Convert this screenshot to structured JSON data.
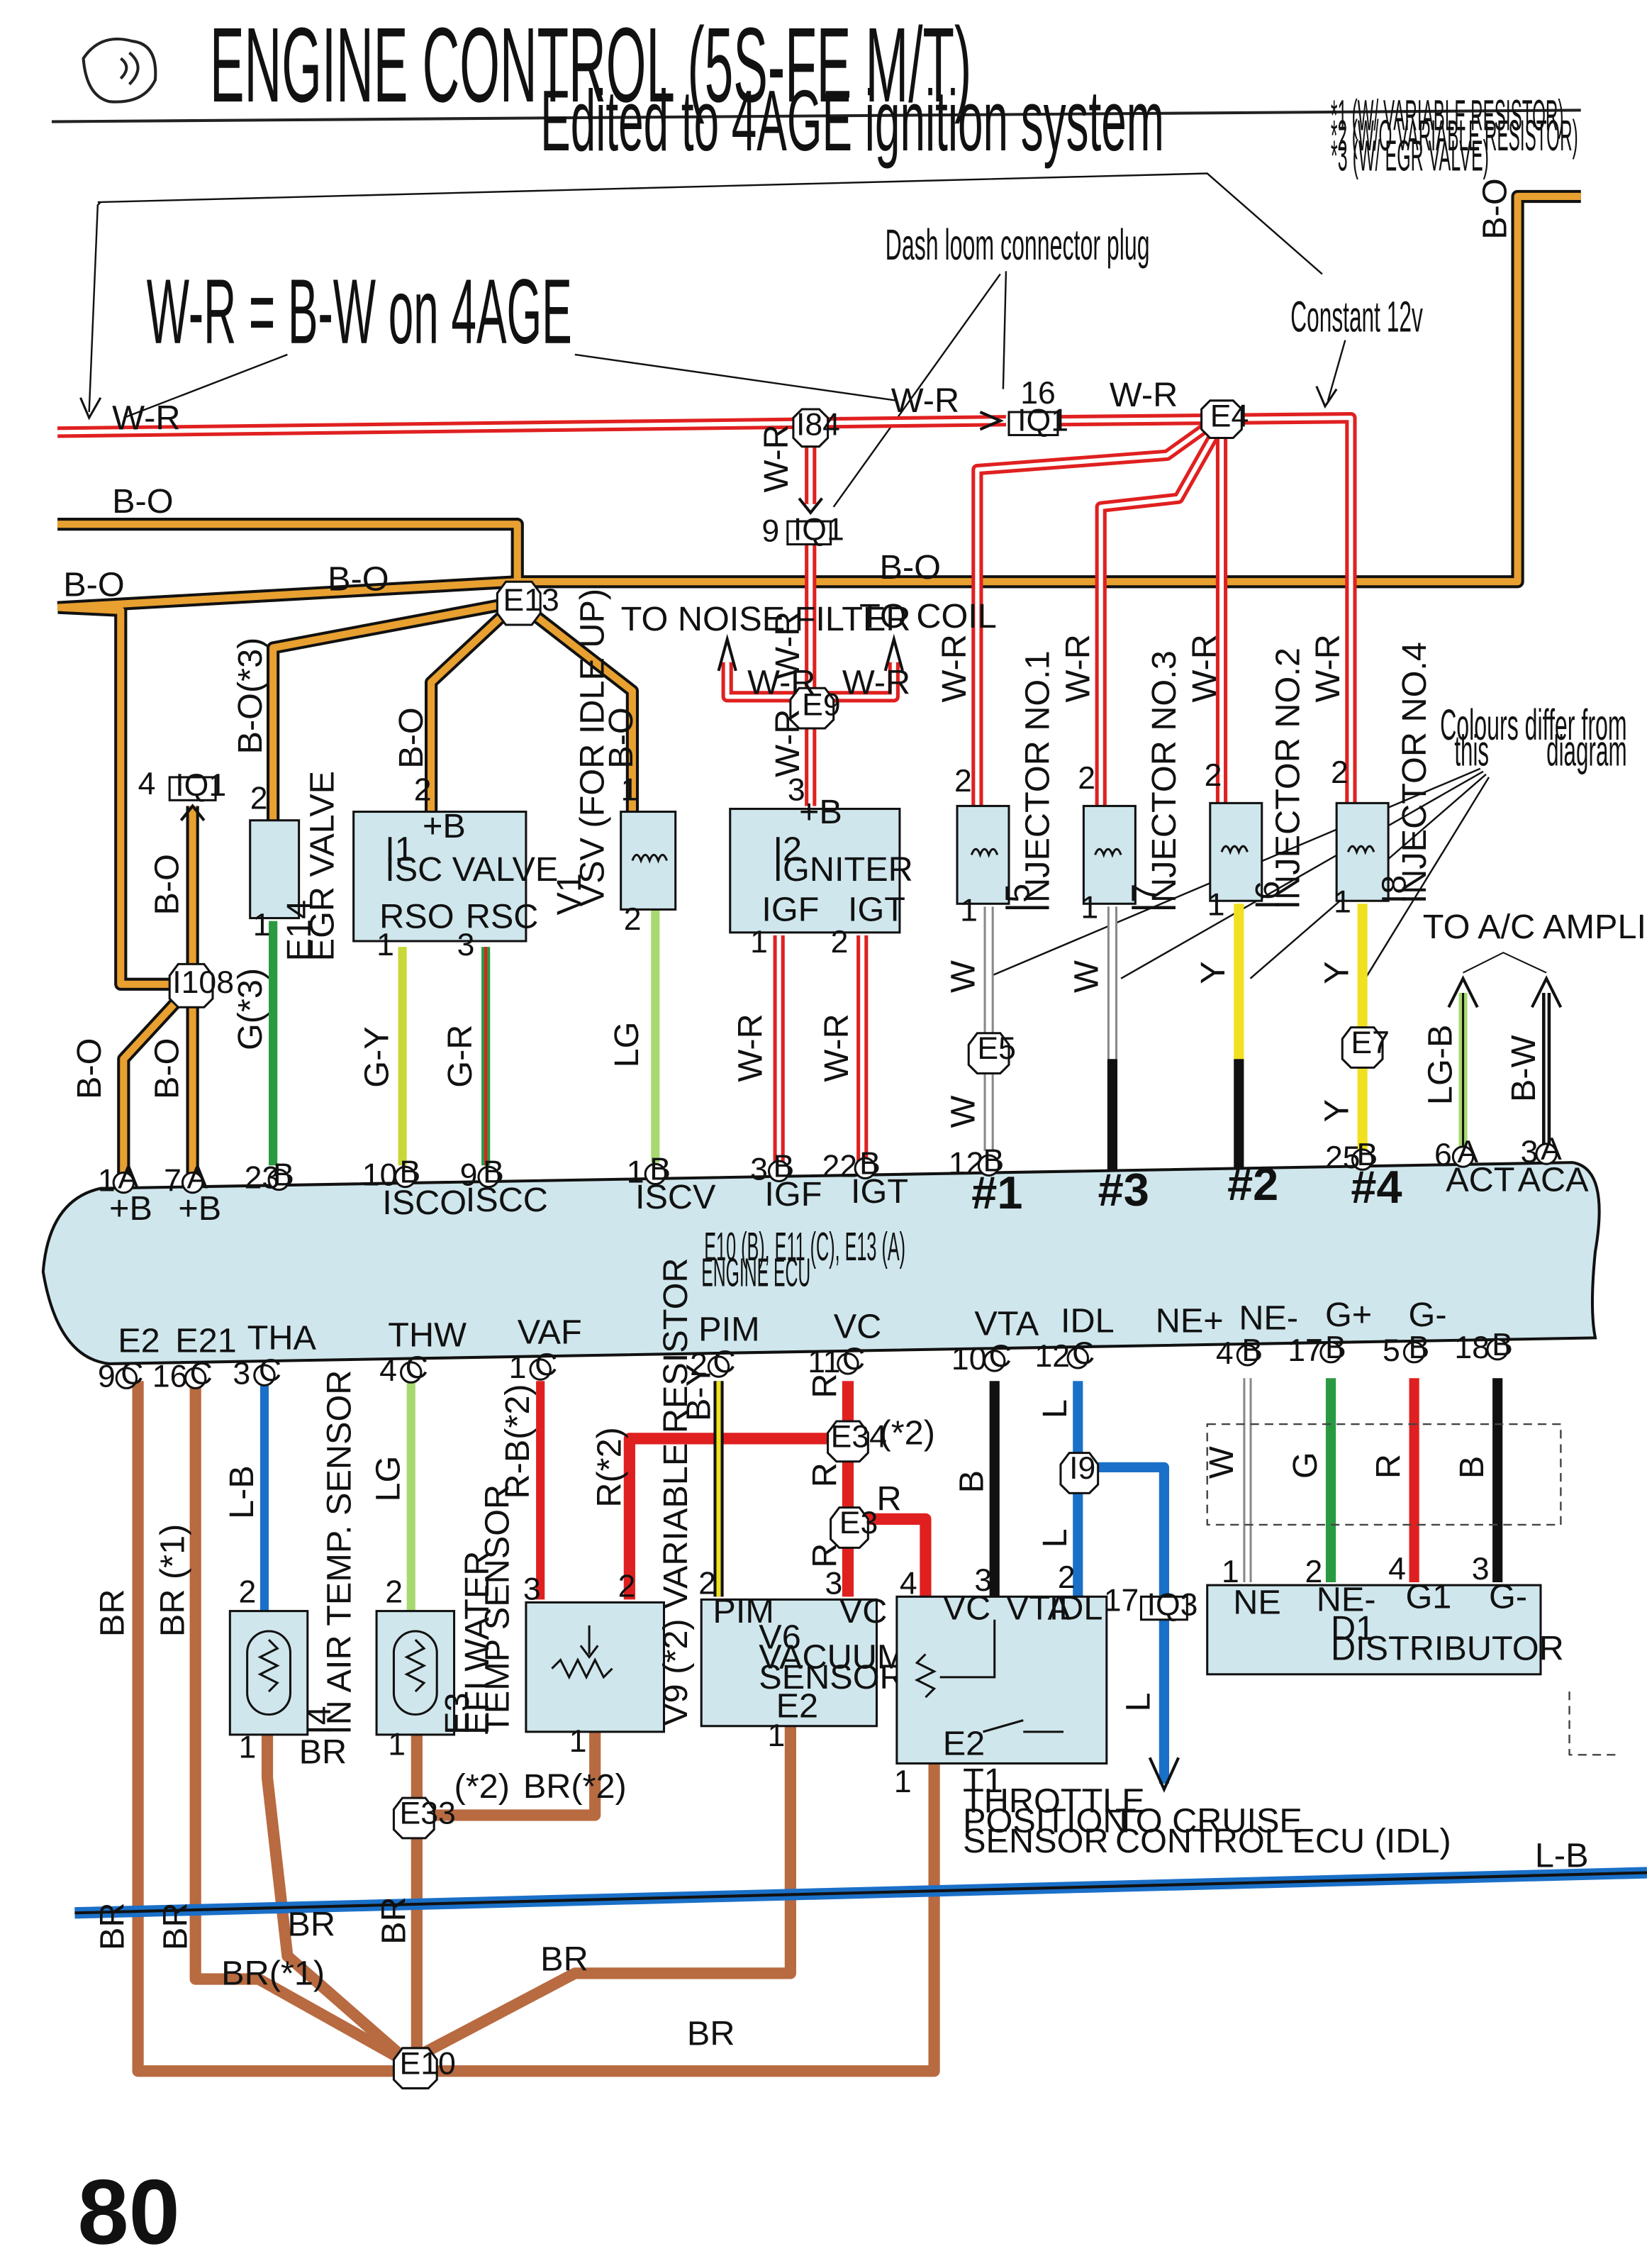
{
  "header": {
    "title": "ENGINE CONTROL (5S-FE M/T)",
    "subtitle": "Edited to 4AGE ignition system",
    "notes": [
      "*1 (W/ VARIABLE RESISTOR)",
      "*2 (W/O VARIABLE RESISTOR)",
      "*3 (W/ EGR VALVE)"
    ]
  },
  "annotations": {
    "wr_bw": "W-R = B-W on 4AGE",
    "dash_loom": "Dash loom connector plug",
    "constant_12v": "Constant 12v",
    "colours_1": "Colours differ from",
    "colours_2": "this",
    "colours_3": "diagram"
  },
  "wire_labels": {
    "wr": "W-R",
    "bo": "B-O",
    "bo3": "B-O(*3)",
    "g3": "G(*3)",
    "gy": "G-Y",
    "gr": "G-R",
    "lg": "LG",
    "w": "W",
    "y": "Y",
    "lgb": "LG-B",
    "bw": "B-W",
    "lb": "L-B",
    "rb2": "R-B(*2)",
    "r2": "R(*2)",
    "by": "B-Y",
    "r": "R",
    "b": "B",
    "l": "L",
    "g": "G",
    "br": "BR",
    "br1": "BR (*1)",
    "br1b": "BR(*1)",
    "br2": "BR(*2)",
    "star2": "(*2)"
  },
  "connectors": {
    "i84": "I84",
    "iq1": "IQ1",
    "e4": "E4",
    "e13": "E13",
    "e9": "E9",
    "i108": "I108",
    "e5": "E5",
    "e7": "E7",
    "e34": "E34",
    "e3": "E3",
    "i9": "I9",
    "iq3": "IQ3",
    "e33": "E33",
    "e10": "E10"
  },
  "components": {
    "egr_label": "E14",
    "egr_name": "EGR VALVE",
    "isc_label": "I1",
    "isc_name": "ISC VALVE",
    "isc_b": "+B",
    "isc_rso": "RSO",
    "isc_rsc": "RSC",
    "vsv_label": "V1",
    "vsv_name": "VSV (FOR IDLE UP)",
    "igniter_label": "I2",
    "igniter_name": "IGNITER",
    "igniter_b": "+B",
    "igniter_igf": "IGF",
    "igniter_igt": "IGT",
    "inj1_label": "I5",
    "inj1_name": "INJECTOR NO.1",
    "inj3_label": "I7",
    "inj3_name": "INJECTOR NO.3",
    "inj2_label": "I6",
    "inj2_name": "INJECTOR NO.2",
    "inj4_label": "I8",
    "inj4_name": "INJECTOR NO.4",
    "to_noise": "TO NOISE FILTER",
    "to_coil": "TO COIL",
    "to_ac": "TO A/C AMPLIFIER",
    "air_label": "I4",
    "air_name": "IN AIR TEMP. SENSOR",
    "water_label": "E3",
    "water_name1": "EFI WATER",
    "water_name2": "TEMP SENSOR",
    "varres": "V9 (*2) VARIABLE RESISTOR",
    "vac_pim": "PIM",
    "vac_vc": "VC",
    "vac_label": "V6",
    "vac_name1": "VACUUM",
    "vac_name2": "SENSOR",
    "vac_e2": "E2",
    "tps_vc": "VC",
    "tps_vta": "VTA",
    "tps_idl": "IDL",
    "tps_e2": "E2",
    "tps_label": "T1",
    "tps_name1": "THROTTLE",
    "tps_name2": "POSITION",
    "tps_name3": "SENSOR",
    "cruise1": "TO CRUISE",
    "cruise2": "CONTROL ECU (IDL)",
    "dist_ne": "NE",
    "dist_nem": "NE-",
    "dist_g1": "G1",
    "dist_gm": "G-",
    "dist_label": "D1",
    "dist_name": "DISTRIBUTOR"
  },
  "ecu": {
    "connectors_line": "E10 (B), E11 (C), E13 (A)",
    "name": "ENGINE ECU",
    "top_terminals": {
      "b1": "+B",
      "b2": "+B",
      "isco": "ISCO",
      "iscc": "ISCC",
      "iscv": "ISCV",
      "igf": "IGF",
      "igt": "IGT",
      "n1": "#1",
      "n3": "#3",
      "n2": "#2",
      "n4": "#4",
      "act": "ACT",
      "aca": "ACA"
    },
    "bottom_terminals": {
      "e2": "E2",
      "e21": "E21",
      "tha": "THA",
      "thw": "THW",
      "vaf": "VAF",
      "pim": "PIM",
      "vc": "VC",
      "vta": "VTA",
      "idl": "IDL",
      "nep": "NE+",
      "nem": "NE-",
      "gp": "G+",
      "gm": "G-"
    }
  },
  "pins": {
    "p1": "1",
    "p2": "2",
    "p3": "3",
    "p4": "4",
    "p6": "6",
    "p7": "7",
    "p9": "9",
    "p10": "10",
    "p11": "11",
    "p12": "12",
    "p16": "16",
    "p17": "17",
    "p18": "18",
    "p22": "22",
    "p23": "23",
    "p25": "25",
    "ca": "A",
    "cb": "B",
    "cc": "C"
  },
  "page_number": "80",
  "colors": {
    "orange": "#e8a030",
    "red": "#e02020",
    "green": "#2a9a40",
    "lightgreen": "#a8d870",
    "yellow": "#f0e020",
    "blue": "#1a70c8",
    "brown": "#b86a40",
    "ecu_fill": "#cfe6ec"
  }
}
